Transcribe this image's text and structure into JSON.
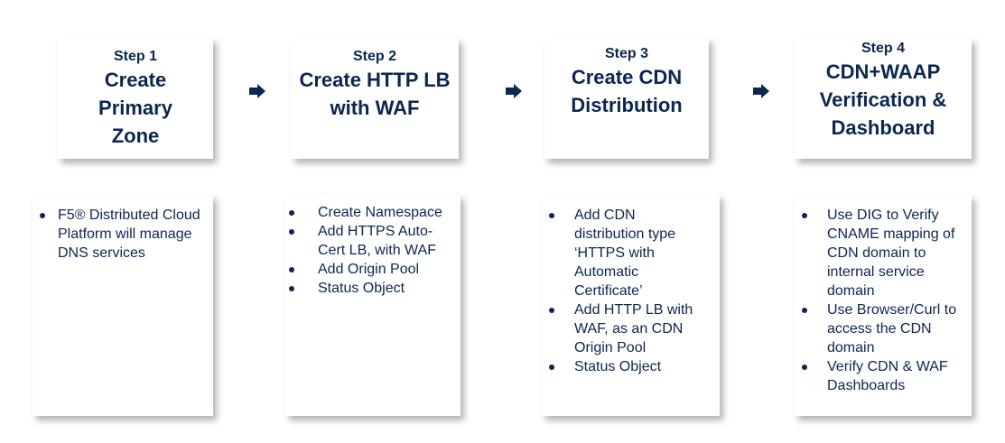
{
  "steps": [
    {
      "label": "Step 1",
      "title": "Create Primary Zone",
      "bullets": [
        "F5® Distributed Cloud Platform will manage DNS services"
      ]
    },
    {
      "label": "Step 2",
      "title": "Create HTTP LB with WAF",
      "bullets": [
        "Create Namespace",
        "Add HTTPS Auto-Cert LB, with WAF",
        "Add Origin Pool",
        "Status Object"
      ]
    },
    {
      "label": "Step 3",
      "title": "Create CDN Distribution",
      "bullets": [
        "Add CDN distribution type ‘HTTPS with Automatic Certificate’",
        "Add HTTP LB with WAF, as an CDN Origin Pool",
        "Status Object"
      ]
    },
    {
      "label": "Step 4",
      "title": "CDN+WAAP Verification & Dashboard",
      "bullets": [
        "Use DIG to Verify CNAME mapping of CDN domain to internal service domain",
        "Use Browser/Curl to access the CDN domain",
        "Verify CDN & WAF Dashboards"
      ]
    }
  ],
  "colors": {
    "text": "#0b2650",
    "arrow": "#0b2650"
  },
  "icons": {
    "arrow": "arrow-right-icon",
    "bullet": "bullet-dot-icon"
  }
}
